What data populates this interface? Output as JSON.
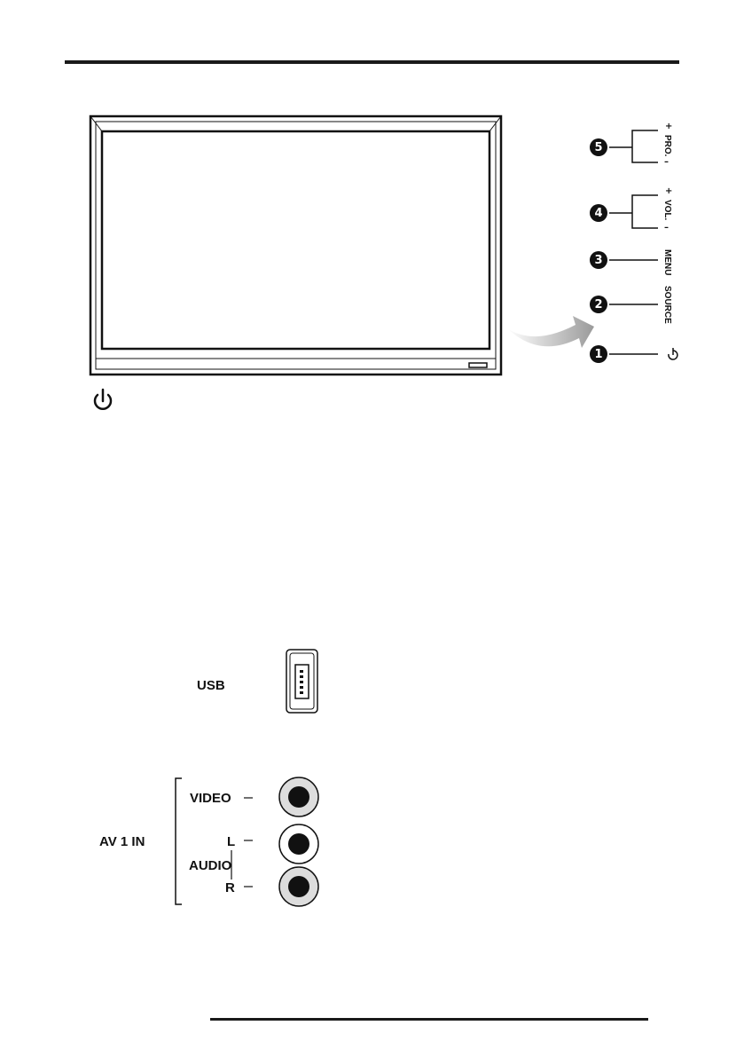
{
  "side_panel": {
    "buttons": [
      {
        "number": "5",
        "label": "PRO.",
        "plus": "+",
        "minus": "–"
      },
      {
        "number": "4",
        "label": "VOL.",
        "plus": "+",
        "minus": "–"
      },
      {
        "number": "3",
        "label": "MENU"
      },
      {
        "number": "2",
        "label": "SOURCE"
      },
      {
        "number": "1",
        "icon": "power-icon"
      }
    ]
  },
  "front": {
    "power_icon": "power-icon"
  },
  "ports": {
    "usb_label": "USB",
    "av_group_label": "AV 1 IN",
    "video_label": "VIDEO",
    "audio_label": "AUDIO",
    "left_label": "L",
    "right_label": "R"
  }
}
